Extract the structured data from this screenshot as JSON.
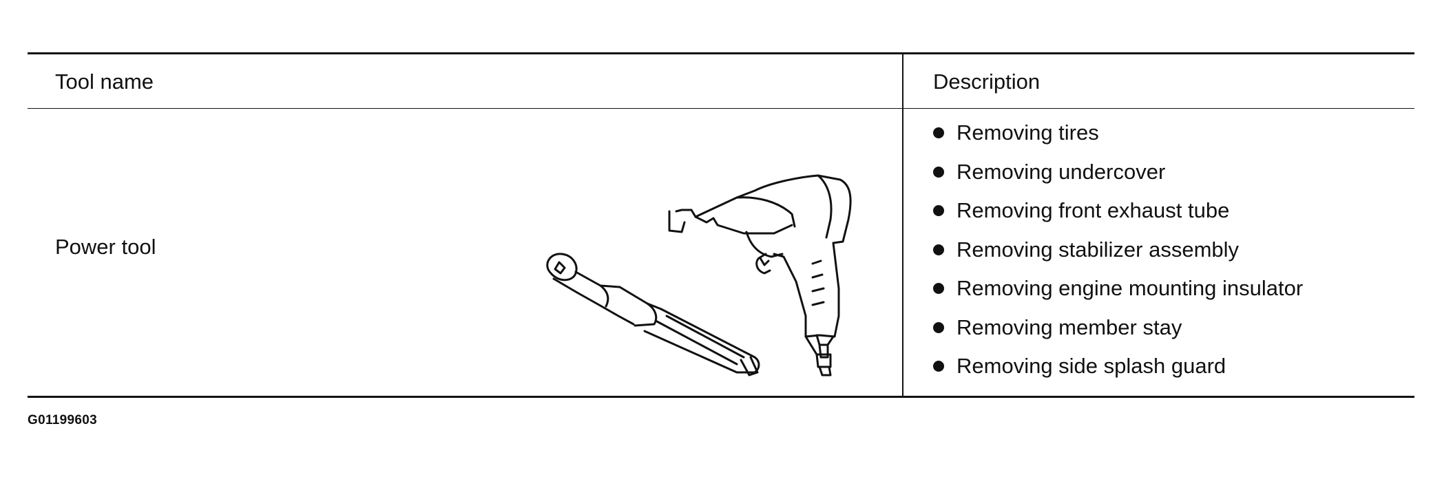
{
  "table": {
    "header": {
      "tool_name": "Tool name",
      "description": "Description"
    },
    "rows": [
      {
        "tool_name": "Power tool",
        "illustration": "air-ratchet-and-impact-wrench-icon",
        "description_items": [
          "Removing tires",
          "Removing undercover",
          "Removing front exhaust tube",
          "Removing stabilizer assembly",
          "Removing engine mounting insulator",
          "Removing member stay",
          "Removing side splash guard"
        ]
      }
    ]
  },
  "figure_code": "G01199603"
}
